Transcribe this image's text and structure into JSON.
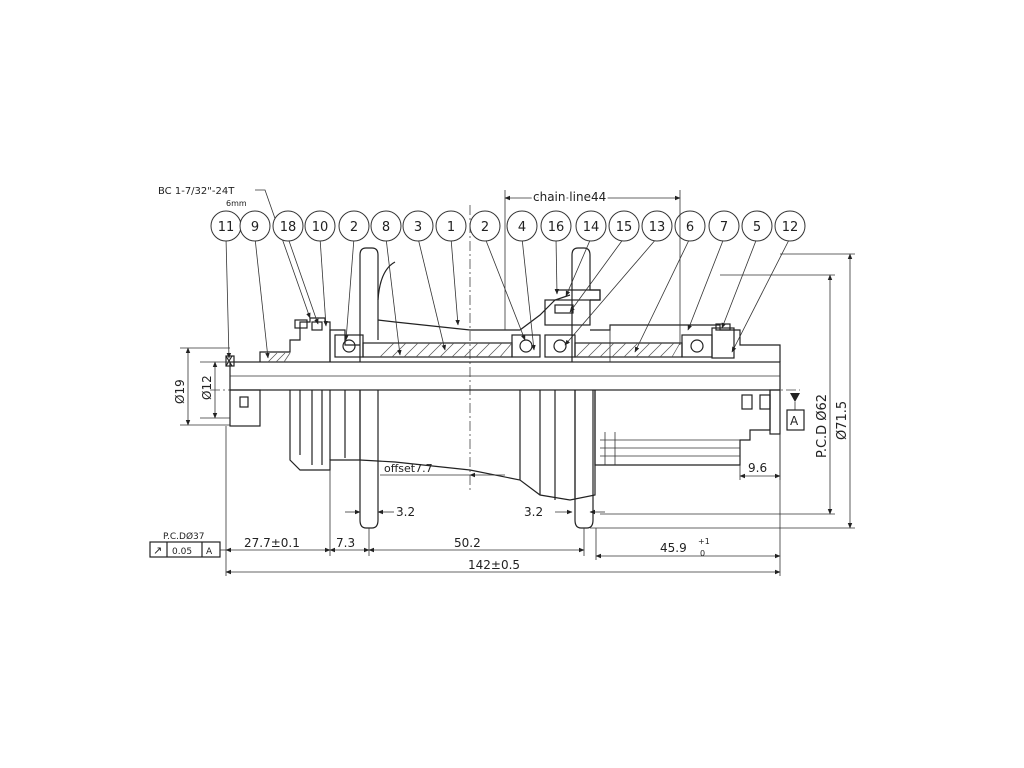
{
  "drawing": {
    "thread_note": "BC 1-7/32\"-24T",
    "thread_sub": "6mm",
    "chain_line": "chain line44",
    "offset": "offset7.7",
    "datum": "A",
    "balloons": [
      "11",
      "9",
      "18",
      "10",
      "2",
      "8",
      "3",
      "1",
      "2",
      "4",
      "16",
      "14",
      "15",
      "13",
      "6",
      "7",
      "5",
      "12"
    ],
    "dims": {
      "d19": "Ø19",
      "d12": "Ø12",
      "pcd62": "P.C.D Ø62",
      "d71": "Ø71.5",
      "w32a": "3.2",
      "w32b": "3.2",
      "w96": "9.6",
      "w277": "27.7±0.1",
      "w73": "7.3",
      "w502": "50.2",
      "w459": "45.9",
      "w459_tol_up": "+1",
      "w459_tol_low": "0",
      "w142": "142±0.5"
    },
    "fcf": {
      "pcd37": "P.C.DØ37",
      "symbol": "↗",
      "tolerance": "0.05",
      "datum": "A"
    }
  }
}
